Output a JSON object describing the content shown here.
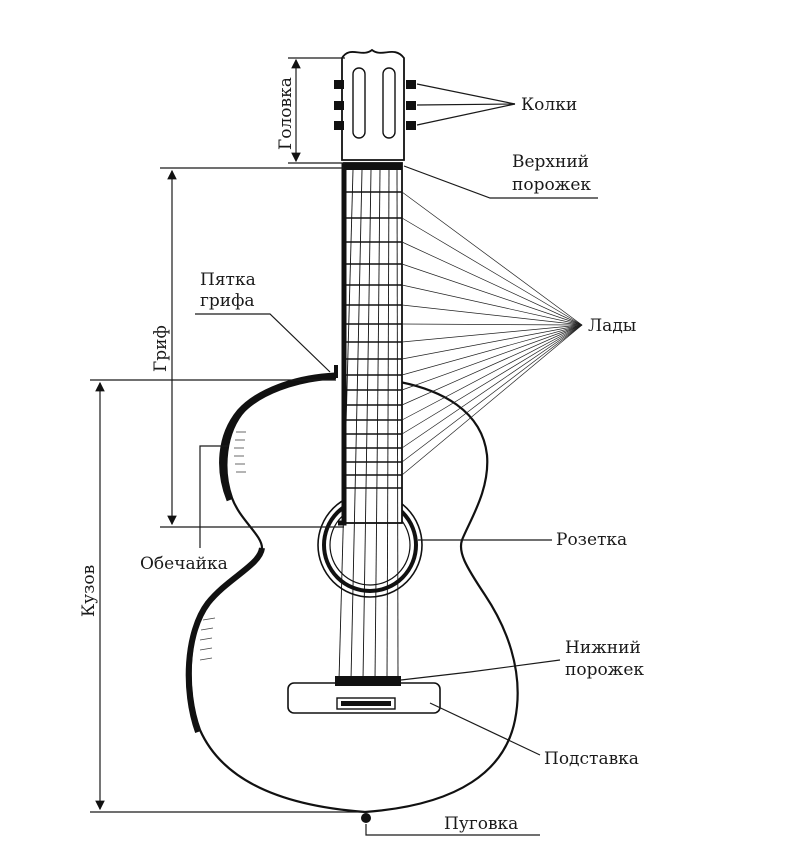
{
  "labels": {
    "golovka": "Головка",
    "kolki": "Колки",
    "verkhniy_1": "Верхний",
    "verkhniy_2": "порожек",
    "pyatka_1": "Пятка",
    "pyatka_2": "грифа",
    "grif": "Гриф",
    "lady": "Лады",
    "obechayka": "Обечайка",
    "rozetka": "Розетка",
    "kuzov": "Кузов",
    "nizhniy_1": "Нижний",
    "nizhniy_2": "порожек",
    "podstavka": "Подставка",
    "pugovka": "Пуговка"
  }
}
